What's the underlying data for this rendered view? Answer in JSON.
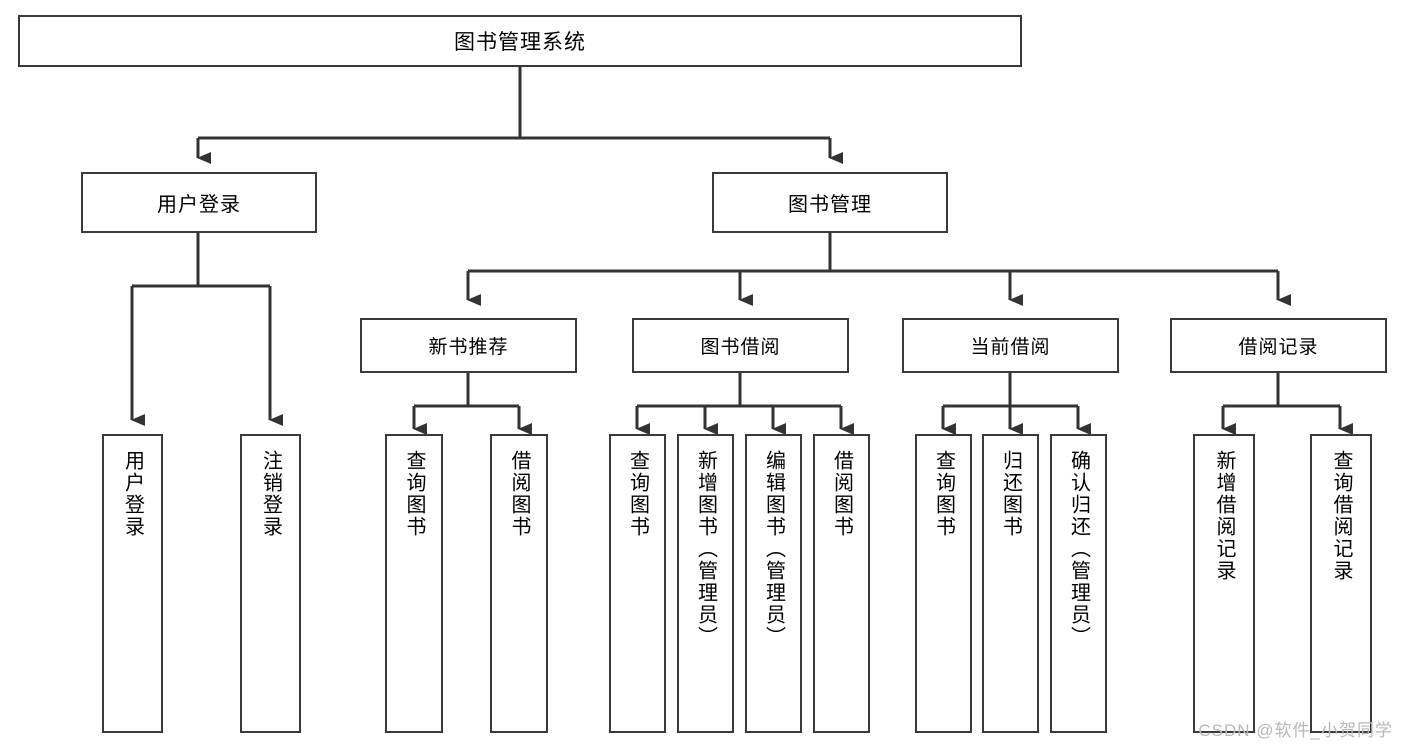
{
  "diagram": {
    "title": "图书管理系统",
    "type": "tree",
    "style": {
      "border_color": "#3a3a3a",
      "fill_color": "#ffffff",
      "text_color": "#000000",
      "watermark_color": "#b8b8b8"
    },
    "root": {
      "id": "root",
      "label": "图书管理系统"
    },
    "level2": [
      {
        "id": "user-login",
        "label": "用户登录"
      },
      {
        "id": "book-manage",
        "label": "图书管理"
      }
    ],
    "level3": [
      {
        "id": "new-book-rec",
        "label": "新书推荐"
      },
      {
        "id": "book-borrow",
        "label": "图书借阅"
      },
      {
        "id": "current-borrow",
        "label": "当前借阅"
      },
      {
        "id": "borrow-record",
        "label": "借阅记录"
      }
    ],
    "leaves": [
      {
        "id": "leaf-user-login",
        "label": "用户登录",
        "parent": "user-login"
      },
      {
        "id": "leaf-user-logout",
        "label": "注销登录",
        "parent": "user-login"
      },
      {
        "id": "leaf-query-book-1",
        "label": "查询图书",
        "parent": "new-book-rec"
      },
      {
        "id": "leaf-borrow-book-1",
        "label": "借阅图书",
        "parent": "new-book-rec"
      },
      {
        "id": "leaf-query-book-2",
        "label": "查询图书",
        "parent": "book-borrow"
      },
      {
        "id": "leaf-add-book",
        "label": "新增图书（管理员）",
        "parent": "book-borrow"
      },
      {
        "id": "leaf-edit-book",
        "label": "编辑图书（管理员）",
        "parent": "book-borrow"
      },
      {
        "id": "leaf-borrow-book-2",
        "label": "借阅图书",
        "parent": "book-borrow"
      },
      {
        "id": "leaf-query-book-3",
        "label": "查询图书",
        "parent": "current-borrow"
      },
      {
        "id": "leaf-return-book",
        "label": "归还图书",
        "parent": "current-borrow"
      },
      {
        "id": "leaf-confirm-return",
        "label": "确认归还（管理员）",
        "parent": "current-borrow"
      },
      {
        "id": "leaf-add-record",
        "label": "新增借阅记录",
        "parent": "borrow-record"
      },
      {
        "id": "leaf-query-record",
        "label": "查询借阅记录",
        "parent": "borrow-record"
      }
    ],
    "watermark": "CSDN @软件_小贺同学"
  }
}
